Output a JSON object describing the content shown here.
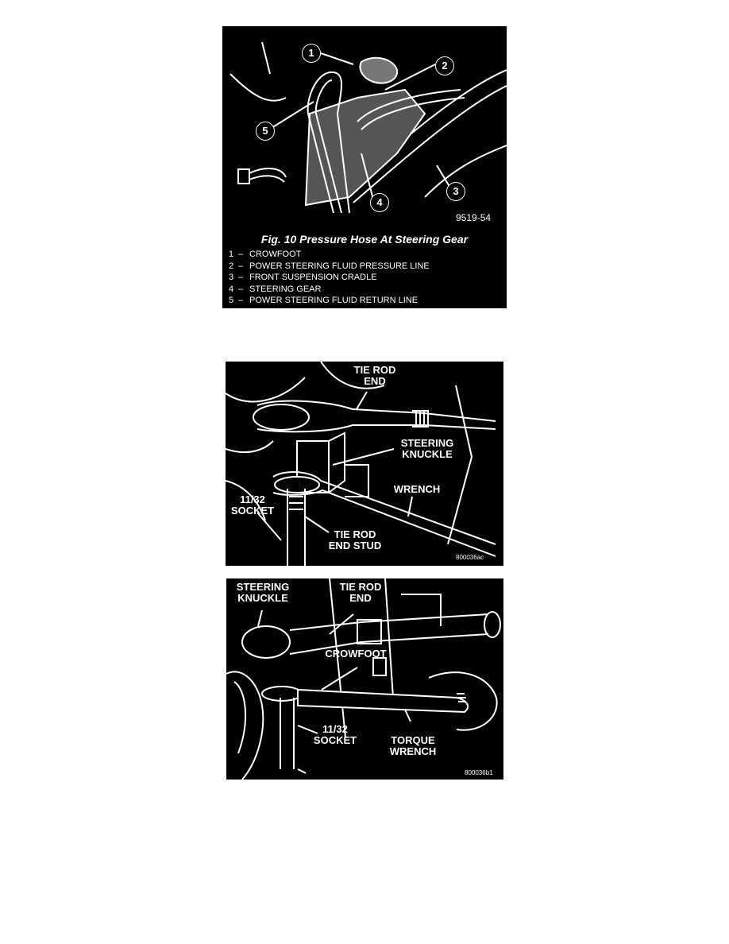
{
  "figure1": {
    "callouts": [
      "1",
      "2",
      "3",
      "4",
      "5"
    ],
    "image_code": "9519-54",
    "title": "Fig. 10 Pressure Hose At Steering Gear",
    "legend": [
      {
        "num": "1",
        "text": "CROWFOOT"
      },
      {
        "num": "2",
        "text": "POWER STEERING FLUID PRESSURE LINE"
      },
      {
        "num": "3",
        "text": "FRONT SUSPENSION CRADLE"
      },
      {
        "num": "4",
        "text": "STEERING GEAR"
      },
      {
        "num": "5",
        "text": "POWER STEERING FLUID RETURN LINE"
      }
    ]
  },
  "figure2": {
    "labels": {
      "tie_rod_end": "TIE ROD\nEND",
      "steering_knuckle": "STEERING\nKNUCKLE",
      "wrench": "WRENCH",
      "socket": "11/32\nSOCKET",
      "tie_rod_end_stud": "TIE ROD\nEND STUD"
    },
    "image_code": "800036ac"
  },
  "figure3": {
    "labels": {
      "steering_knuckle": "STEERING\nKNUCKLE",
      "tie_rod_end": "TIE ROD\nEND",
      "crowfoot": "CROWFOOT",
      "socket": "11/32\nSOCKET",
      "torque_wrench": "TORQUE\nWRENCH"
    },
    "image_code": "800036b1"
  }
}
